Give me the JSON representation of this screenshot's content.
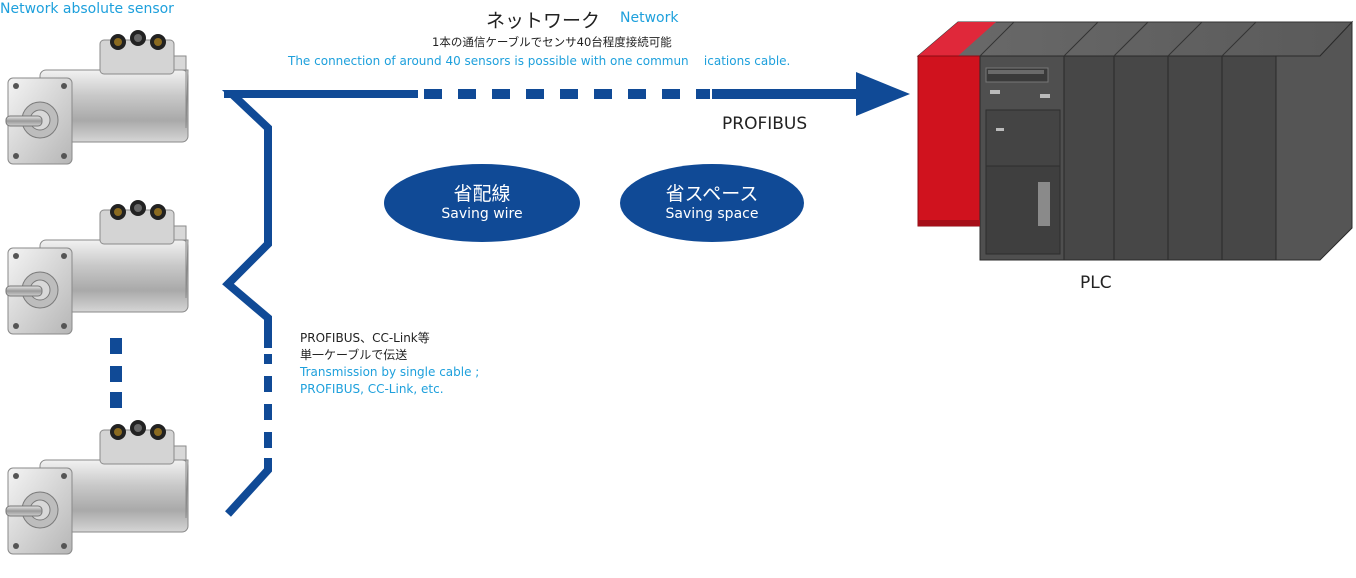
{
  "sensor": {
    "title": "Network absolute sensor"
  },
  "network": {
    "title_jp": "ネットワーク",
    "title_en": "Network",
    "desc_jp": "1本の通信ケーブルでセンサ40台程度接続可能",
    "desc_en": "The connection of around 40 sensors is possible with one commun    ications cable.",
    "protocol": "PROFIBUS"
  },
  "benefits": [
    {
      "jp": "省配線",
      "en": "Saving wire"
    },
    {
      "jp": "省スペース",
      "en": "Saving space"
    }
  ],
  "plc": {
    "label": "PLC"
  },
  "transmission": {
    "line1_jp": "PROFIBUS、CC-Link等",
    "line2_jp": "単一ケーブルで伝送",
    "line3_en": "Transmission by single cable ;",
    "line4_en": "PROFIBUS, CC-Link, etc."
  },
  "colors": {
    "cable": "#104a96",
    "accent_text": "#1ea0dc",
    "plc_red": "#d0121e",
    "plc_body": "#4a4a4a"
  }
}
